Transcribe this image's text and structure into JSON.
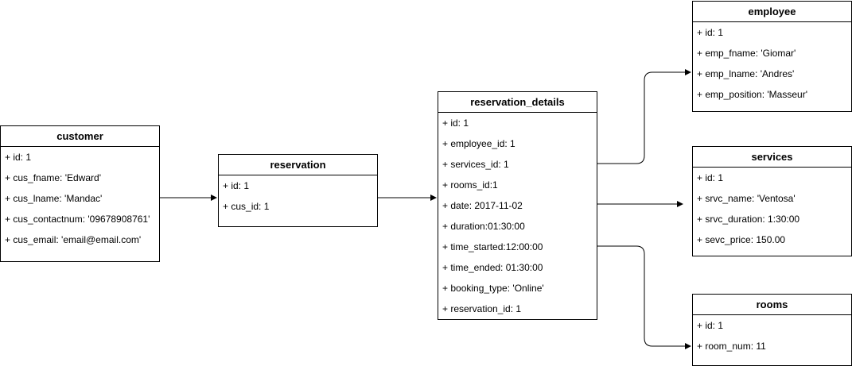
{
  "entities": {
    "customer": {
      "title": "customer",
      "attributes": [
        "+ id: 1",
        "+ cus_fname: 'Edward'",
        "+ cus_lname: 'Mandac'",
        "+ cus_contactnum: '09678908761'",
        "+ cus_email: 'email@email.com'"
      ]
    },
    "reservation": {
      "title": "reservation",
      "attributes": [
        "+ id: 1",
        "+ cus_id: 1"
      ]
    },
    "reservation_details": {
      "title": "reservation_details",
      "attributes": [
        "+ id: 1",
        "+ employee_id: 1",
        "+ services_id: 1",
        "+ rooms_id:1",
        "+ date: 2017-11-02",
        "+ duration:01:30:00",
        "+ time_started:12:00:00",
        "+ time_ended: 01:30:00",
        "+ booking_type: 'Online'",
        "+ reservation_id: 1"
      ]
    },
    "employee": {
      "title": "employee",
      "attributes": [
        "+ id: 1",
        "+ emp_fname: 'Giomar'",
        "+ emp_lname: 'Andres'",
        "+ emp_position: 'Masseur'"
      ]
    },
    "services": {
      "title": "services",
      "attributes": [
        "+ id: 1",
        "+ srvc_name: 'Ventosa'",
        "+ srvc_duration: 1:30:00",
        "+ sevc_price: 150.00"
      ]
    },
    "rooms": {
      "title": "rooms",
      "attributes": [
        "+ id: 1",
        "+ room_num: 11"
      ]
    }
  },
  "connections": [
    {
      "from": "customer",
      "to": "reservation"
    },
    {
      "from": "reservation",
      "to": "reservation_details"
    },
    {
      "from": "reservation_details",
      "to": "employee"
    },
    {
      "from": "reservation_details",
      "to": "services"
    },
    {
      "from": "reservation_details",
      "to": "rooms"
    }
  ],
  "colors": {
    "stroke": "#000000",
    "background": "#ffffff",
    "text": "#000000"
  }
}
